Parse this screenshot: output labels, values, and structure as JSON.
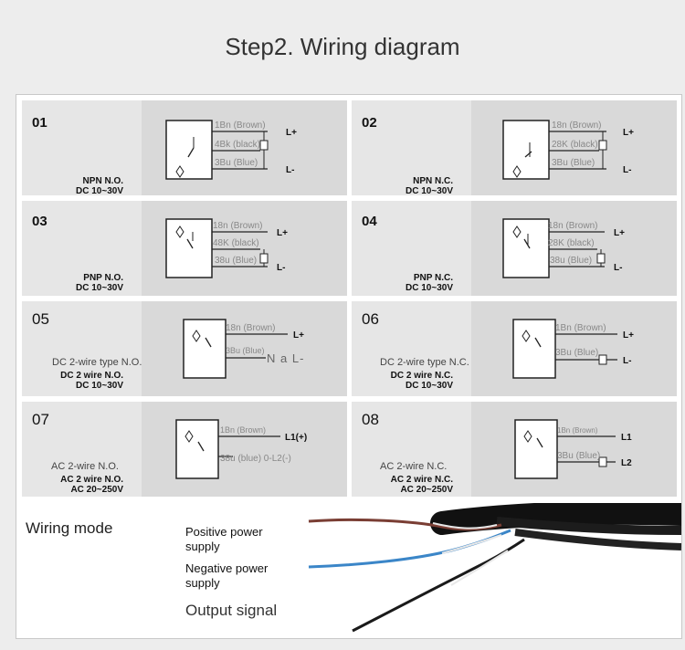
{
  "page_title": "Step2. Wiring diagram",
  "cells": [
    {
      "num": "01",
      "label_lines": [
        "NPN N.O.",
        "DC 10~30V"
      ],
      "subtitle": "",
      "wires": [
        "1Bn (Brown)",
        "4Bk (black)",
        "3Bu (Blue)"
      ],
      "terminals": [
        "L+",
        "L-"
      ],
      "extra": ""
    },
    {
      "num": "02",
      "label_lines": [
        "NPN N.C.",
        "DC 10~30V"
      ],
      "subtitle": "",
      "wires": [
        "18n (Brown)",
        "28K (black)",
        "3Bu (Blue)"
      ],
      "terminals": [
        "L+",
        "L-"
      ],
      "extra": ""
    },
    {
      "num": "03",
      "label_lines": [
        "PNP N.O.",
        "DC 10~30V"
      ],
      "subtitle": "",
      "wires": [
        "18n (Brown)",
        "48K (black)",
        "38u (Blue)"
      ],
      "terminals": [
        "L+",
        "L-"
      ],
      "extra": ""
    },
    {
      "num": "04",
      "label_lines": [
        "PNP N.C.",
        "DC 10~30V"
      ],
      "subtitle": "",
      "wires": [
        "18n (Brown)",
        "28K (black)",
        "38u (Blue)"
      ],
      "terminals": [
        "L+",
        "L-"
      ],
      "extra": ""
    },
    {
      "num": "05",
      "label_lines": [
        "DC 2 wire N.O.",
        "DC 10~30V"
      ],
      "subtitle": "DC 2-wire type N.O.",
      "wires": [
        "18n (Brown)",
        "3Bu (Blue)"
      ],
      "terminals": [
        "L+",
        ""
      ],
      "extra": "N a L-"
    },
    {
      "num": "06",
      "label_lines": [
        "DC 2 wire N.C.",
        "DC 10~30V"
      ],
      "subtitle": "DC 2-wire type N.C.",
      "wires": [
        "1Bn (Brown)",
        "3Bu (Blue)"
      ],
      "terminals": [
        "L+",
        "L-"
      ],
      "extra": ""
    },
    {
      "num": "07",
      "label_lines": [
        "AC 2 wire N.O.",
        "AC 20~250V"
      ],
      "subtitle": "AC 2-wire N.O.",
      "wires": [
        "1Bn (Brown)",
        "38u (blue) 0-L2(-)"
      ],
      "terminals": [
        "L1(+)",
        ""
      ],
      "extra": ""
    },
    {
      "num": "08",
      "label_lines": [
        "AC 2 wire N.C.",
        "AC  20~250V"
      ],
      "subtitle": "AC 2-wire N.C.",
      "wires": [
        "1Bn (Brown)",
        "3Bu (Blue)"
      ],
      "terminals": [
        "L1",
        "L2"
      ],
      "extra": ""
    }
  ],
  "bottom": {
    "mode_label": "Wiring mode",
    "legend": [
      "Positive power supply",
      "Negative power supply",
      "Output signal"
    ],
    "wire_colors": {
      "brown": "#7a3e34",
      "blue": "#3b86c8",
      "black": "#1a1a1a"
    }
  }
}
